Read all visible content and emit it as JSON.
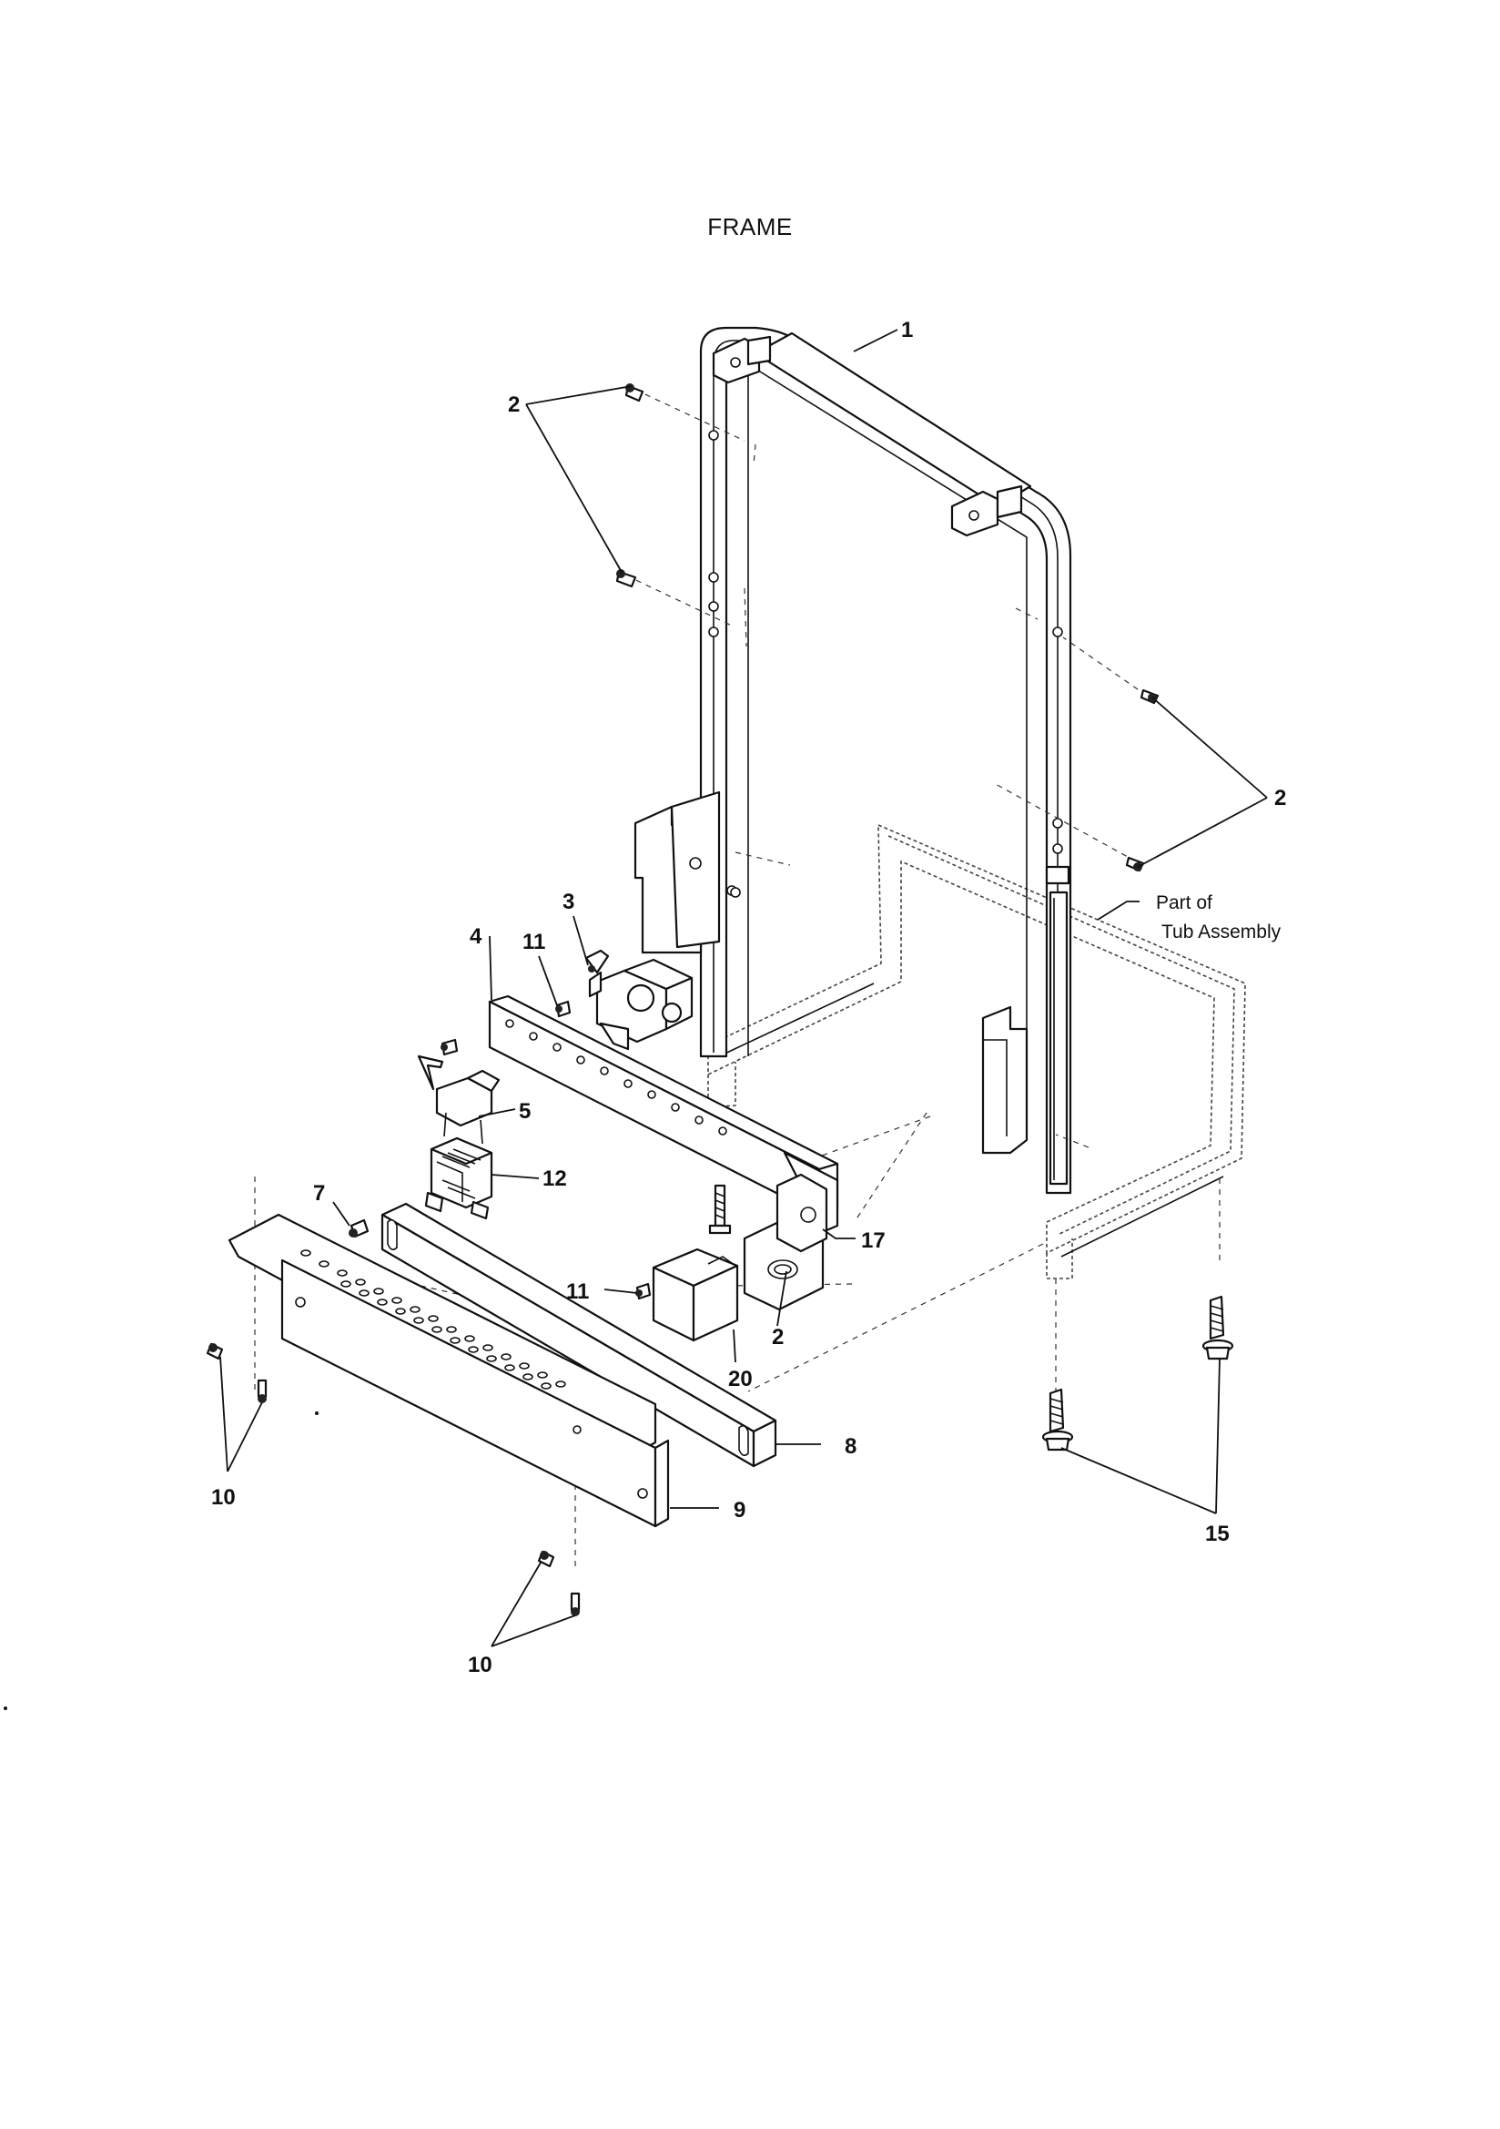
{
  "title": "FRAME",
  "note": "Part of\nTub Assembly",
  "note_lines": [
    "Part of",
    "Tub Assembly"
  ],
  "callouts": {
    "c1": "1",
    "c2a": "2",
    "c2b": "2",
    "c2c": "2",
    "c3": "3",
    "c4": "4",
    "c5": "5",
    "c7": "7",
    "c8": "8",
    "c9": "9",
    "c10a": "10",
    "c10b": "10",
    "c11a": "11",
    "c11b": "11",
    "c12": "12",
    "c15": "15",
    "c17": "17",
    "c20": "20"
  }
}
